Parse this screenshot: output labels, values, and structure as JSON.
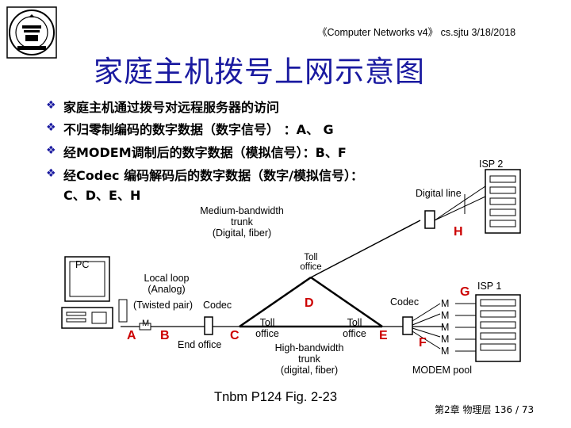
{
  "header": {
    "text": "《Computer Networks v4》 cs.sjtu  3/18/2018"
  },
  "title": "家庭主机拨号上网示意图",
  "bullets": [
    {
      "text": "家庭主机通过拨号对远程服务器的访问"
    },
    {
      "text": "不归零制编码的数字数据（数字信号） ：A、 G"
    },
    {
      "text": "经MODEM调制后的数字数据（模拟信号）：B、F"
    },
    {
      "text": "经Codec 编码解码后的数字数据（数字/模拟信号）："
    }
  ],
  "bullet_cont": "C、D、E、H",
  "diagram": {
    "isp2": "ISP 2",
    "digital_line": "Digital line",
    "medium_trunk": [
      "Medium-bandwidth",
      "trunk",
      "(Digital, fiber)"
    ],
    "toll_top": [
      "Toll",
      "office"
    ],
    "pc": "PC",
    "local_loop": [
      "Local loop",
      "(Analog)"
    ],
    "twisted_pair": "(Twisted pair)",
    "codec_left": "Codec",
    "codec_right": "Codec",
    "end_office": "End office",
    "toll_left": [
      "Toll",
      "office"
    ],
    "toll_right": [
      "Toll",
      "office"
    ],
    "high_trunk": [
      "High-bandwidth",
      "trunk",
      "(digital, fiber)"
    ],
    "isp1": "ISP 1",
    "modem_pool": "MODEM pool",
    "m_small": "M",
    "m_list": [
      "M",
      "M",
      "M",
      "M",
      "M"
    ],
    "letters": {
      "A": "A",
      "B": "B",
      "C": "C",
      "D": "D",
      "E": "E",
      "F": "F",
      "G": "G",
      "H": "H"
    }
  },
  "footer": {
    "figure": "Tnbm P124 Fig. 2-23",
    "page": "第2章 物理层 136 / 73"
  },
  "colors": {
    "title": "#1a1aa0",
    "letters": "#cc0000",
    "bullet": "#1a1aa0"
  }
}
